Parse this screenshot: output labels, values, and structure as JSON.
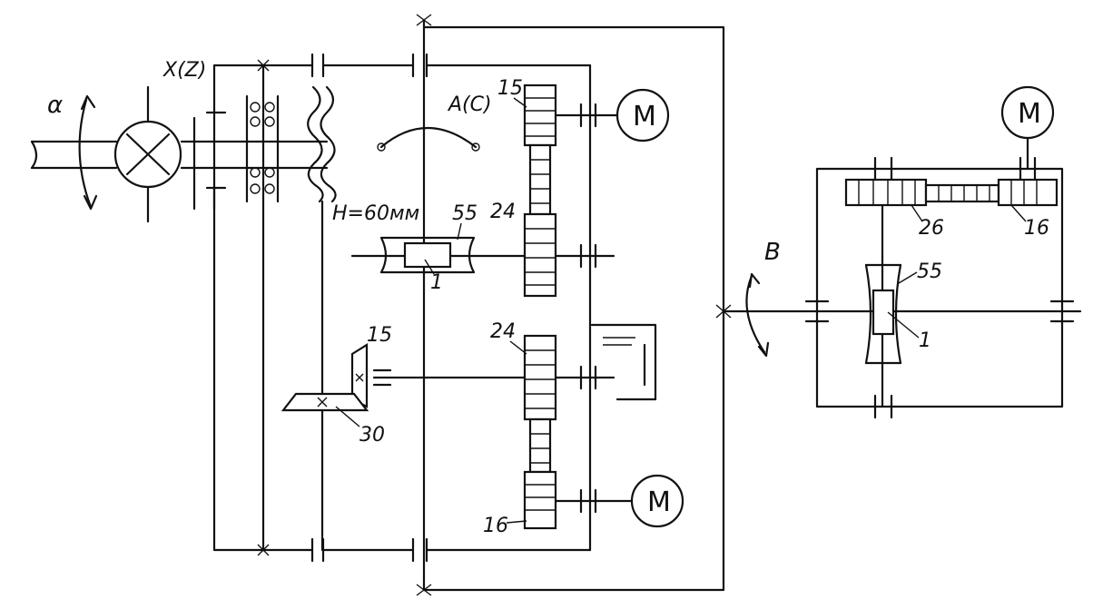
{
  "labels": {
    "alpha": "α",
    "x_axis": "X(Z)",
    "a_axis": "A(C)",
    "b_axis": "B",
    "h_label": "H=60мм",
    "motor_letter": "M",
    "gear_15_top": "15",
    "gear_24_mid": "24",
    "gear_24_low": "24",
    "gear_16_low": "16",
    "gear_15_bevel": "15",
    "gear_30_bevel": "30",
    "worm_55_left": "55",
    "worm_1_left": "1",
    "gear_26_right": "26",
    "gear_16_right": "16",
    "worm_55_right": "55",
    "worm_1_right": "1"
  },
  "colors": {
    "ink": "#111111",
    "paper": "#ffffff"
  }
}
